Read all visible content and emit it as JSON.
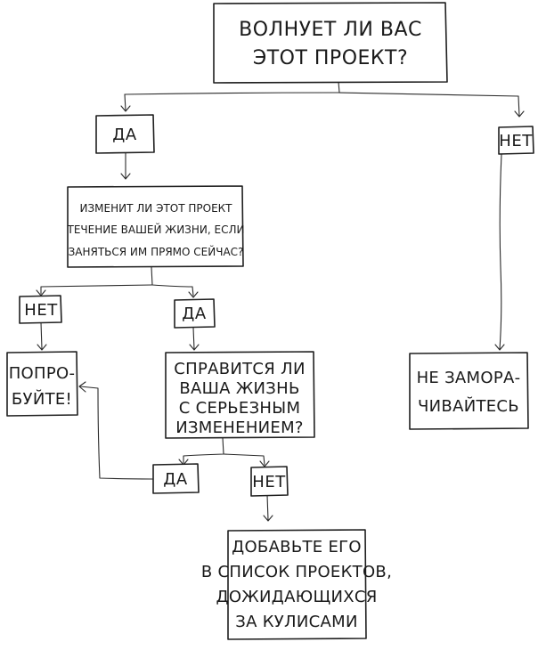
{
  "nodes": {
    "q1": {
      "lines": [
        "ВОЛНУЕТ ЛИ ВАС",
        "ЭТОТ ПРОЕКТ?"
      ]
    },
    "yes1": {
      "label": "ДА"
    },
    "no1": {
      "label": "НЕТ"
    },
    "q2": {
      "lines": [
        "ИЗМЕНИТ ЛИ ЭТОТ ПРОЕКТ",
        "ТЕЧЕНИЕ ВАШЕЙ ЖИЗНИ, ЕСЛИ",
        "ЗАНЯТЬСЯ ИМ ПРЯМО СЕЙЧАС?"
      ]
    },
    "no2": {
      "label": "НЕТ"
    },
    "yes2": {
      "label": "ДА"
    },
    "try": {
      "lines": [
        "ПОПРО-",
        "БУЙТЕ!"
      ]
    },
    "q3": {
      "lines": [
        "СПРАВИТСЯ ЛИ",
        "ВАША ЖИЗНЬ",
        "С СЕРЬЕЗНЫМ",
        "ИЗМЕНЕНИЕМ?"
      ]
    },
    "dontworry": {
      "lines": [
        "НЕ ЗАМОРА-",
        "ЧИВАЙТЕСЬ"
      ]
    },
    "yes3": {
      "label": "ДА"
    },
    "no3": {
      "label": "НЕТ"
    },
    "waiting": {
      "lines": [
        "ДОБАВЬТЕ ЕГО",
        "В СПИСОК ПРОЕКТОВ,",
        "ДОЖИДАЮЩИХСЯ",
        "ЗА КУЛИСАМИ"
      ]
    }
  }
}
